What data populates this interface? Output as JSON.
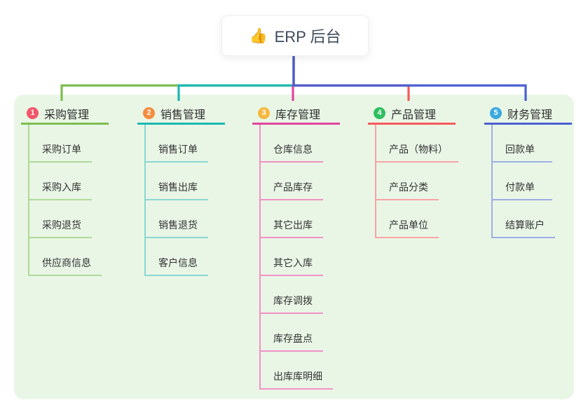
{
  "root": {
    "icon": "👍",
    "label": "ERP 后台"
  },
  "colors": {
    "panel_bg": "#E9F6E6",
    "stem": "#4A5FD0",
    "root_text": "#3D4A5C"
  },
  "branches": [
    {
      "badge": "1",
      "label": "采购管理",
      "badge_color": "#F2566A",
      "line_color": "#7CBE50",
      "child_line_color": "#AEDA96",
      "children": [
        "采购订单",
        "采购入库",
        "采购退货",
        "供应商信息"
      ]
    },
    {
      "badge": "2",
      "label": "销售管理",
      "badge_color": "#F68C3E",
      "line_color": "#1BB9B2",
      "child_line_color": "#8AD8D2",
      "children": [
        "销售订单",
        "销售出库",
        "销售退货",
        "客户信息"
      ]
    },
    {
      "badge": "3",
      "label": "库存管理",
      "badge_color": "#F6B93F",
      "line_color": "#E0459E",
      "child_line_color": "#F191C5",
      "children": [
        "仓库信息",
        "产品库存",
        "其它出库",
        "其它入库",
        "库存调拨",
        "库存盘点",
        "出库库明细"
      ]
    },
    {
      "badge": "4",
      "label": "产品管理",
      "badge_color": "#2FBE60",
      "line_color": "#F5595D",
      "child_line_color": "#F9A3A5",
      "children": [
        "产品（物料）",
        "产品分类",
        "产品单位"
      ]
    },
    {
      "badge": "5",
      "label": "财务管理",
      "badge_color": "#3AA9E0",
      "line_color": "#4A5FD0",
      "child_line_color": "#9FAEE3",
      "children": [
        "回款单",
        "付款单",
        "结算账户"
      ]
    }
  ]
}
